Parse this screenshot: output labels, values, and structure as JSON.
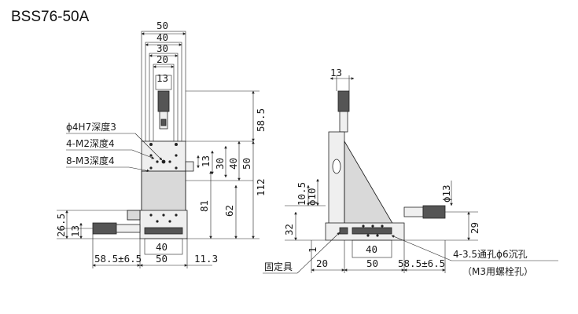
{
  "title": "BSS76-50A",
  "front": {
    "widths": [
      "50",
      "40",
      "30",
      "20",
      "13"
    ],
    "height_top": "58.5",
    "callouts": [
      "ϕ4H7深度3",
      "4-M2深度4",
      "8-M3深度4"
    ],
    "inner_dims": [
      "13",
      "30",
      "40",
      "50"
    ],
    "heights": [
      "112",
      "81",
      "62"
    ],
    "left_dims": [
      "26.5",
      "13"
    ],
    "bottom_dims": [
      "40",
      "58.5±6.5",
      "50",
      "11.3"
    ]
  },
  "side": {
    "top_dim": "13",
    "left_dims": [
      "10.5",
      "ϕ10",
      "32",
      "1"
    ],
    "right_dims": [
      "ϕ13",
      "29"
    ],
    "bottom_dims": [
      "40",
      "20",
      "50",
      "58.5±6.5"
    ],
    "fixture_label": "固定具",
    "hole_note": "4-3.5通孔ϕ6沉孔",
    "hole_note_sub": "（M3用螺栓孔）"
  }
}
